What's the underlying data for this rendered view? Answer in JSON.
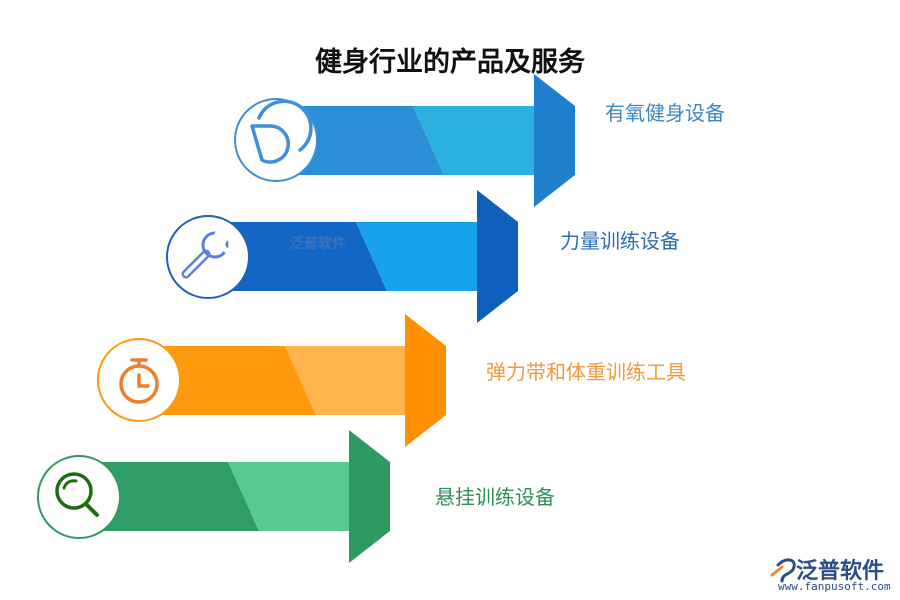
{
  "title": "健身行业的产品及服务",
  "items": [
    {
      "label": "有氧健身设备",
      "icon": "pie-chart-icon",
      "colors": {
        "dark": "#2a8fd6",
        "light": "#2cb0df",
        "head": "#1f7fcc",
        "text": "#3e86c0"
      }
    },
    {
      "label": "力量训练设备",
      "icon": "wrench-icon",
      "colors": {
        "dark": "#1266c4",
        "light": "#17a3ec",
        "head": "#0f5fbd",
        "text": "#2f6db1"
      }
    },
    {
      "label": "弹力带和体重训练工具",
      "icon": "stopwatch-icon",
      "colors": {
        "dark": "#ff9a0f",
        "light": "#ffb54c",
        "head": "#ff8f00",
        "text": "#f09a3c"
      }
    },
    {
      "label": "悬挂训练设备",
      "icon": "magnifier-icon",
      "colors": {
        "dark": "#2e9e66",
        "light": "#55c98e",
        "head": "#2e9a62",
        "text": "#2f8f5c"
      }
    }
  ],
  "watermark": "泛普软件",
  "brand": {
    "name": "泛普软件",
    "url": "www.fanpusoft.com"
  }
}
